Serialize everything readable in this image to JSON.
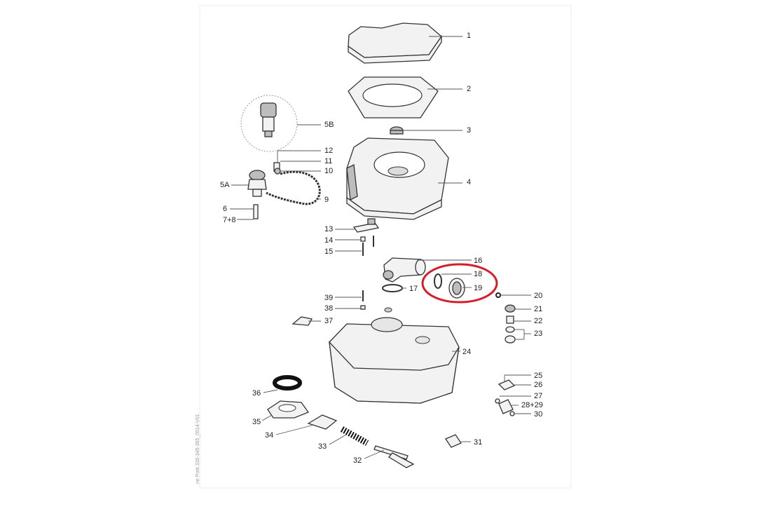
{
  "labels": {
    "l1": "1",
    "l2": "2",
    "l3": "3",
    "l4": "4",
    "l5b": "5B",
    "l5a": "5A",
    "l6": "6",
    "l78": "7+8",
    "l9": "9",
    "l10": "10",
    "l11": "11",
    "l12": "12",
    "l13": "13",
    "l14": "14",
    "l15": "15",
    "l16": "16",
    "l17": "17",
    "l18": "18",
    "l19": "19",
    "l20": "20",
    "l21": "21",
    "l22": "22",
    "l23": "23",
    "l24": "24",
    "l25": "25",
    "l26": "26",
    "l27": "27",
    "l2829": "28+29",
    "l30": "30",
    "l31": "31",
    "l32": "32",
    "l33": "33",
    "l34": "34",
    "l35": "35",
    "l36": "36",
    "l37": "37",
    "l38": "38",
    "l39": "39"
  },
  "watermark": "ne Potti 335-345-365_0514-V01",
  "highlight": {
    "color": "#d21f2a"
  }
}
